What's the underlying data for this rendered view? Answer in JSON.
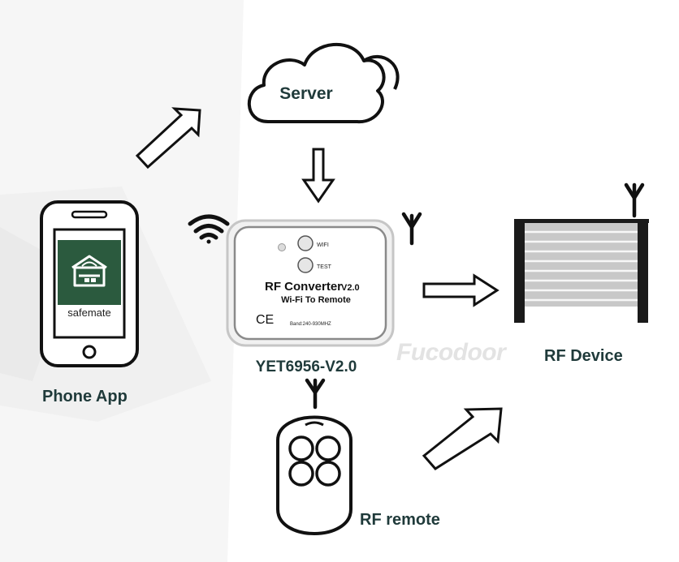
{
  "nodes": {
    "server": {
      "label": "Server"
    },
    "phone": {
      "label": "Phone App",
      "app_name": "safemate"
    },
    "converter": {
      "title": "RF Converter",
      "version": "V2.0",
      "subtitle": "Wi-Fi To Remote",
      "wifi_button_label": "WIFI",
      "test_button_label": "TEST",
      "ce_mark": "CE",
      "band": "Band:240-930MHZ",
      "model": "YET6956-V2.0"
    },
    "device": {
      "label": "RF Device"
    },
    "remote": {
      "label": "RF remote"
    }
  },
  "watermark": "Fucodoor",
  "colors": {
    "label_text": "#1f3a3a",
    "app_tile": "#2b5a3e",
    "device_body": "#1a1a1a",
    "shutter_slats": "#c8c8c8"
  }
}
